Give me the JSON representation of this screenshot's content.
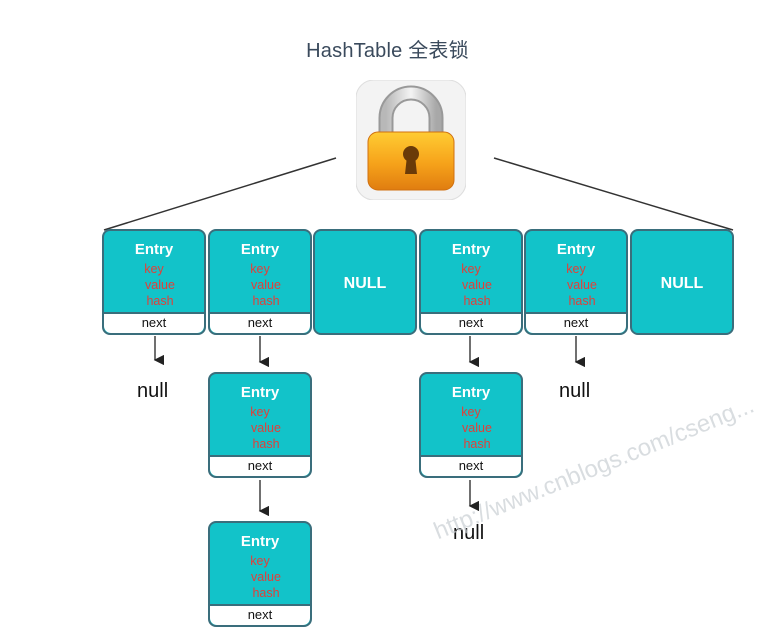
{
  "title": "HashTable 全表锁",
  "entry": {
    "label": "Entry",
    "fields": [
      "key",
      "value",
      "hash"
    ],
    "next_label": "next"
  },
  "null_cell_label": "NULL",
  "null_label": "null",
  "watermark": "http://www.cnblogs.com/cseng...",
  "colors": {
    "cell": "#12c3c9",
    "field_text": "#e0403a",
    "border": "#3a6e7c"
  }
}
